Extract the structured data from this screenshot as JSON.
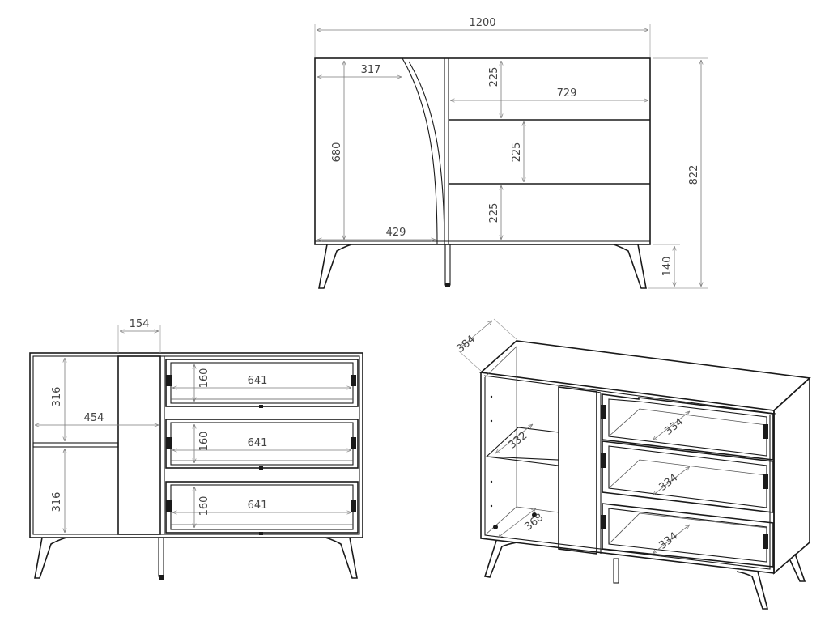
{
  "front_view": {
    "overall_width": "1200",
    "overall_height": "822",
    "door_top_width": "317",
    "door_height": "680",
    "door_bottom_width": "429",
    "drawer_width": "729",
    "drawer_height_1": "225",
    "drawer_height_2": "225",
    "drawer_height_3": "225",
    "leg_height": "140"
  },
  "open_view": {
    "middle_panel_width": "154",
    "compartment_height_top": "316",
    "compartment_height_bottom": "316",
    "compartment_width": "454",
    "drawer_inner_height_1": "160",
    "drawer_inner_height_2": "160",
    "drawer_inner_height_3": "160",
    "drawer_inner_width_1": "641",
    "drawer_inner_width_2": "641",
    "drawer_inner_width_3": "641"
  },
  "iso_view": {
    "depth": "384",
    "shelf_depth_top": "332",
    "shelf_depth_bottom": "368",
    "drawer_depth_1": "334",
    "drawer_depth_2": "334",
    "drawer_depth_3": "334"
  }
}
